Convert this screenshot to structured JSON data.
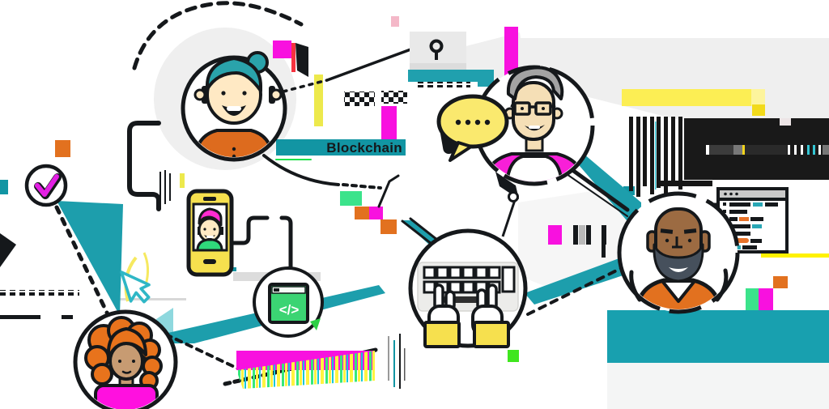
{
  "banner": {
    "label": "Blockchain",
    "bg_color": "#1295A3",
    "text_color": "#15181B"
  },
  "code_node": {
    "glyph": "</>"
  },
  "palette": {
    "teal": "#1295A3",
    "teal_band": "#18A0AF",
    "teal_light": "#8ED8DE",
    "magenta": "#F811DF",
    "yellow": "#F8E84E",
    "yellow_bright": "#FFF200",
    "orange": "#E2711F",
    "green": "#3BD778",
    "lime": "#3FE61E",
    "outline_black": "#15181B",
    "light_gray": "#EFEFEF",
    "skin_light": "#FFE9C4",
    "skin_tan": "#C79B72",
    "skin_brown": "#9C6B42",
    "hair_teal": "#2AA3AB",
    "hair_gray": "#A3A3A3",
    "hair_red": "#E8731C",
    "beard_slate": "#46505C"
  },
  "nodes": [
    {
      "name": "woman-teal-bun-avatar"
    },
    {
      "name": "video-call-smartphone"
    },
    {
      "name": "gray-hair-man-avatar"
    },
    {
      "name": "speech-bubble"
    },
    {
      "name": "code-editor-node"
    },
    {
      "name": "typing-hands-keyboard-node"
    },
    {
      "name": "bald-developer-avatar"
    },
    {
      "name": "code-editor-window"
    },
    {
      "name": "redhead-woman-avatar"
    },
    {
      "name": "checkmark-node"
    },
    {
      "name": "cursor-pointer"
    },
    {
      "name": "keyhole-window"
    }
  ]
}
